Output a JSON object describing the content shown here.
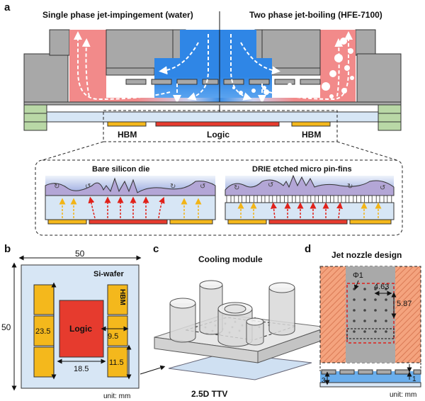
{
  "panel_a": {
    "letter": "a",
    "title_left": "Single phase jet-impingement (water)",
    "title_right": "Two phase jet-boiling (HFE-7100)",
    "chip_labels": {
      "hbm_left": "HBM",
      "logic": "Logic",
      "hbm_right": "HBM"
    },
    "zoom_left_title": "Bare silicon die",
    "zoom_right_title": "DRIE etched micro pin-fins"
  },
  "panel_b": {
    "letter": "b",
    "wafer_label": "Si-wafer",
    "logic_label": "Logic",
    "hbm_label": "HBM",
    "dims": {
      "width": "50",
      "height": "50",
      "hbm_h": "23.5",
      "logic_w": "18.5",
      "gap_w": "9.5",
      "hbm_side": "11.5"
    },
    "unit": "unit: mm"
  },
  "panel_c": {
    "letter": "c",
    "title": "Cooling module",
    "bottom_label": "2.5D TTV"
  },
  "panel_d": {
    "letter": "d",
    "title": "Jet nozzle design",
    "dims": {
      "phi": "Φ1",
      "pitch_x": "4.63",
      "pitch_y": "5.87",
      "gap": "3",
      "plate": "1"
    },
    "unit": "unit: mm"
  },
  "colors": {
    "hot": "#f08080",
    "cold": "#3d8fe6",
    "gray": "#a9a9a9",
    "green": "#b9d8a6",
    "logic_red": "#e63b2e",
    "hbm_yellow": "#f4b81c",
    "light_blue": "#d7e6f5",
    "purple": "#b3a6d6"
  }
}
